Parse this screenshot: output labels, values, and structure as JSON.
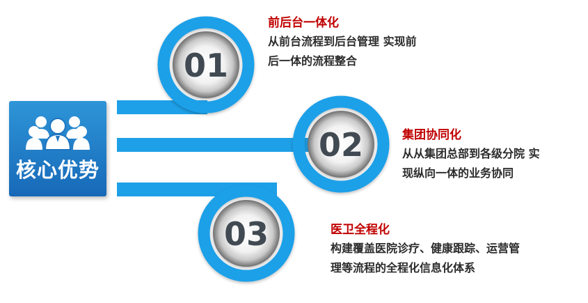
{
  "core": {
    "label": "核心优势",
    "icon": "group-people-icon"
  },
  "items": [
    {
      "number": "01",
      "title": "前后台一体化",
      "desc_line1": "从前台流程到后台管理 实现前",
      "desc_line2": "后一体的流程整合"
    },
    {
      "number": "02",
      "title": "集团协同化",
      "desc_line1": "从从集团总部到各级分院 实",
      "desc_line2": "现纵向一体的业务协同"
    },
    {
      "number": "03",
      "title": "医卫全程化",
      "desc_line1": "构建覆盖医院诊疗、健康跟踪、运营管",
      "desc_line2": "理等流程的全程化信息化体系"
    }
  ],
  "colors": {
    "ring": "#1ea0e8",
    "box": "#1f7bc8",
    "title": "#c00000",
    "text": "#2b2b2b"
  }
}
